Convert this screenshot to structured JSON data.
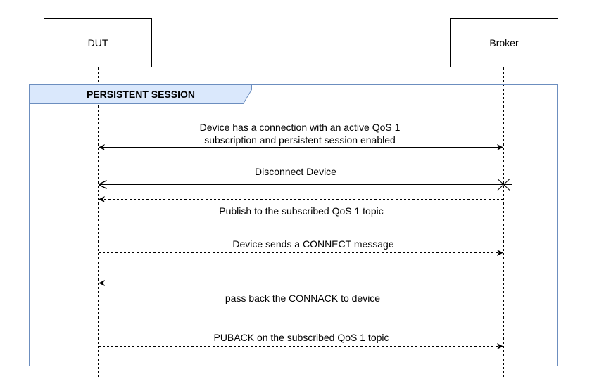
{
  "participants": {
    "dut": "DUT",
    "broker": "Broker"
  },
  "fragment": {
    "label": "PERSISTENT SESSION"
  },
  "messages": [
    {
      "line1": "Device has a connection with an active QoS 1",
      "line2": "subscription and persistent session enabled",
      "style": "solid",
      "direction": "both"
    },
    {
      "line1": "Disconnect Device",
      "style": "solid",
      "direction": "to-dut",
      "end_marker": "x"
    },
    {
      "line1": "Publish to the subscribed QoS 1 topic",
      "style": "dashed",
      "direction": "to-dut"
    },
    {
      "line1": "Device sends a CONNECT message",
      "style": "dashed",
      "direction": "to-broker"
    },
    {
      "line1": "pass back the CONNACK to device",
      "style": "dashed",
      "direction": "to-dut"
    },
    {
      "line1": "PUBACK on the subscribed QoS 1 topic",
      "style": "dashed",
      "direction": "to-broker"
    }
  ],
  "colors": {
    "fragment_border": "#6c8ebf",
    "fragment_tab_fill": "#dae8fc",
    "line": "#000000"
  }
}
